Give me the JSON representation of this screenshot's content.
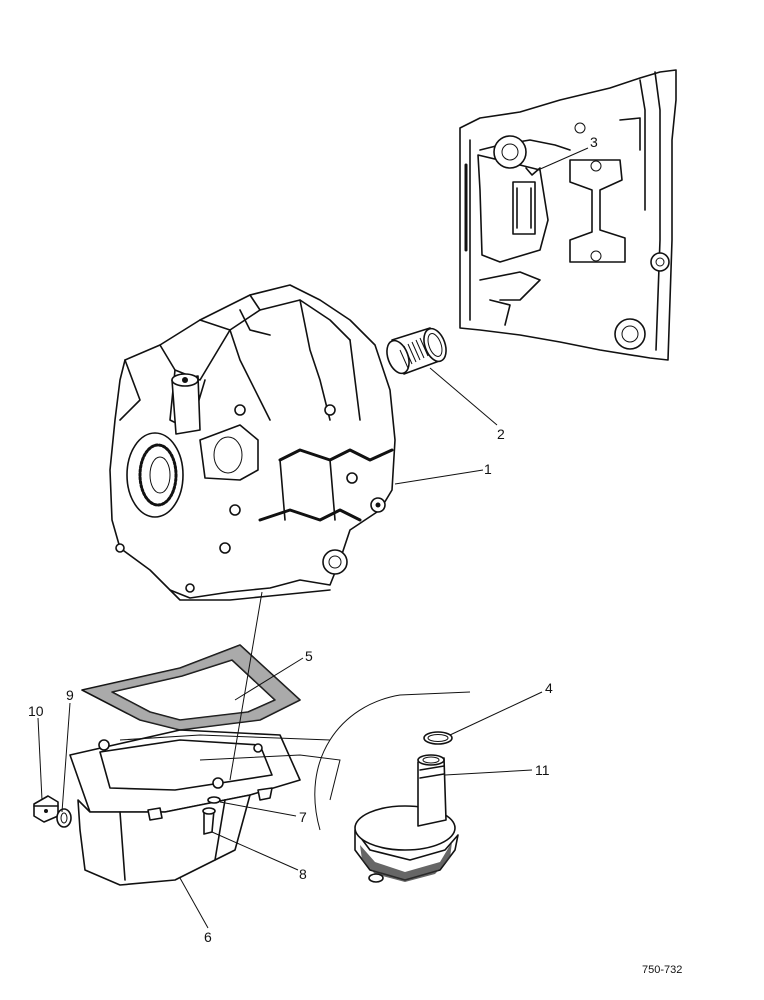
{
  "figure_number": "750-732",
  "callouts": [
    {
      "id": "1",
      "text": "1"
    },
    {
      "id": "2",
      "text": "2"
    },
    {
      "id": "3",
      "text": "3"
    },
    {
      "id": "4",
      "text": "4"
    },
    {
      "id": "5",
      "text": "5"
    },
    {
      "id": "6",
      "text": "6"
    },
    {
      "id": "7",
      "text": "7"
    },
    {
      "id": "8",
      "text": "8"
    },
    {
      "id": "9",
      "text": "9"
    },
    {
      "id": "10",
      "text": "10"
    },
    {
      "id": "11",
      "text": "11"
    }
  ]
}
